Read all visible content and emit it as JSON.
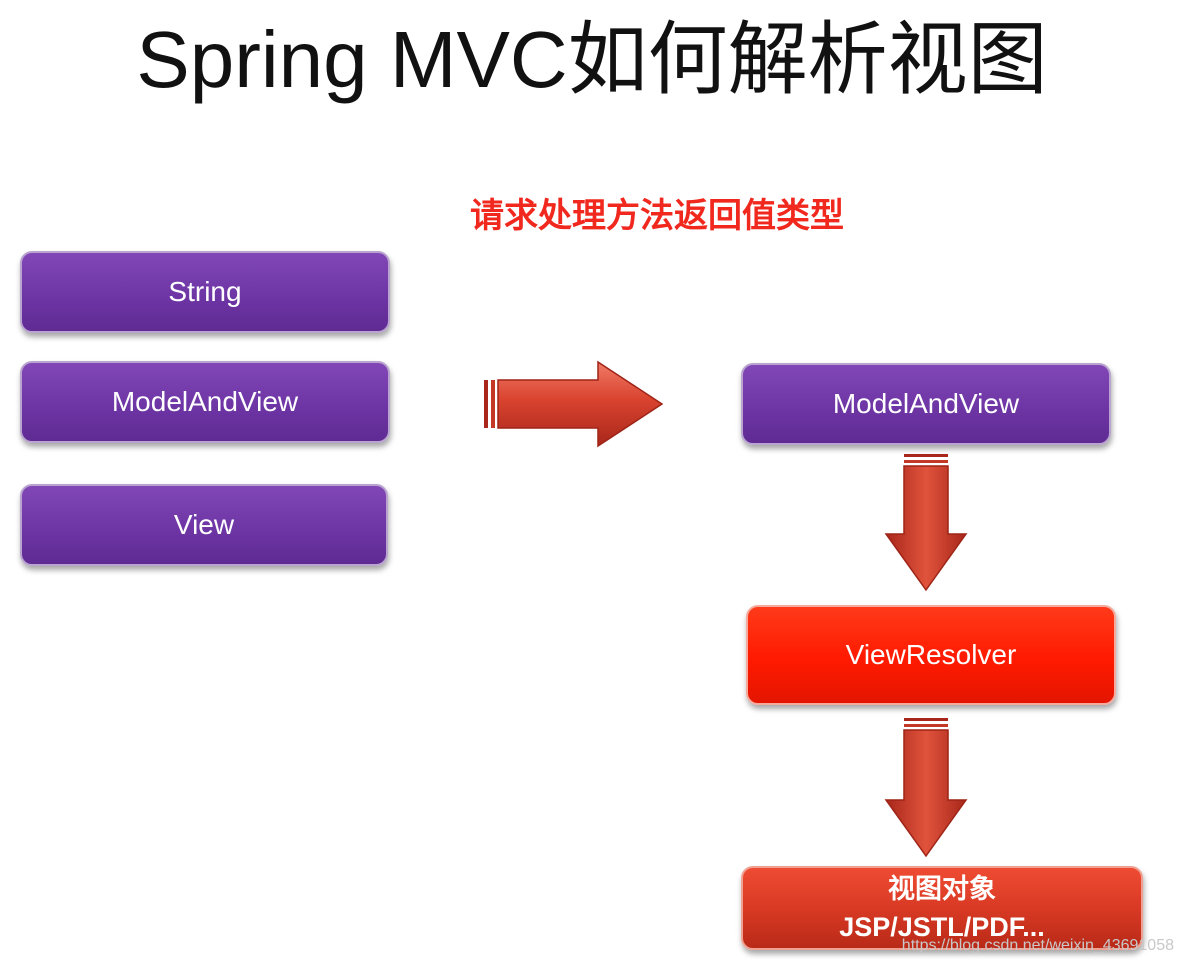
{
  "title": "Spring MVC如何解析视图",
  "subtitle": "请求处理方法返回值类型",
  "return_types": [
    {
      "label": "String"
    },
    {
      "label": "ModelAndView"
    },
    {
      "label": "View"
    }
  ],
  "flow": {
    "model_and_view": "ModelAndView",
    "view_resolver": "ViewResolver",
    "view_object": {
      "line1": "视图对象",
      "line2": "JSP/JSTL/PDF..."
    }
  },
  "watermark": "https://blog.csdn.net/weixin_43691058",
  "colors": {
    "purple_box": "#6e35a5",
    "red_box": "#ff1a00",
    "dark_red_box": "#d93a24",
    "arrow": "#cc3322",
    "subtitle": "#f0281e"
  }
}
